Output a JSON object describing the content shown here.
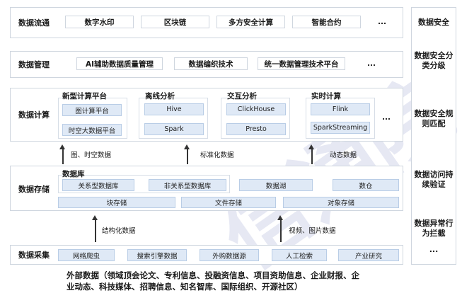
{
  "layers": {
    "circulation": {
      "label": "数据流通",
      "items": [
        "数字水印",
        "区块链",
        "多方安全计算",
        "智能合约",
        "..."
      ]
    },
    "management": {
      "label": "数据管理",
      "items": [
        "AI辅助数据质量管理",
        "数据编织技术",
        "统一数据管理技术平台",
        "..."
      ]
    },
    "compute": {
      "label": "数据计算",
      "groups": [
        {
          "title": "新型计算平台",
          "items": [
            "图计算平台",
            "时空大数据平台"
          ]
        },
        {
          "title": "离线分析",
          "items": [
            "Hive",
            "Spark"
          ]
        },
        {
          "title": "交互分析",
          "items": [
            "ClickHouse",
            "Presto"
          ]
        },
        {
          "title": "实时计算",
          "items": [
            "Flink",
            "SparkStreaming"
          ]
        }
      ],
      "more": "..."
    },
    "flows_upper": [
      "图、时空数据",
      "标准化数据",
      "动态数据"
    ],
    "storage": {
      "label": "数据存储",
      "database_title": "数据库",
      "db_items": [
        "关系型数据库",
        "非关系型数据库"
      ],
      "lake": "数据湖",
      "warehouse": "数仓",
      "bottom_items": [
        "块存储",
        "文件存储",
        "对象存储"
      ]
    },
    "flows_lower": [
      "结构化数据",
      "视频、图片数据"
    ],
    "collection": {
      "label": "数据采集",
      "items": [
        "网络爬虫",
        "搜索引擎数据",
        "外购数据源",
        "人工检索",
        "产业研究"
      ]
    },
    "external": "外部数据（领域顶会论文、专利信息、投融资信息、项目资助信息、企业财报、企业动态、科技媒体、招聘信息、知名智库、国际组织、开源社区）"
  },
  "security": {
    "items": [
      "数据安全",
      "数据安全分类分级",
      "数据安全规则匹配",
      "数据访问持续验证",
      "数据异常行为拦截"
    ],
    "more": "..."
  },
  "watermark": "信通院"
}
